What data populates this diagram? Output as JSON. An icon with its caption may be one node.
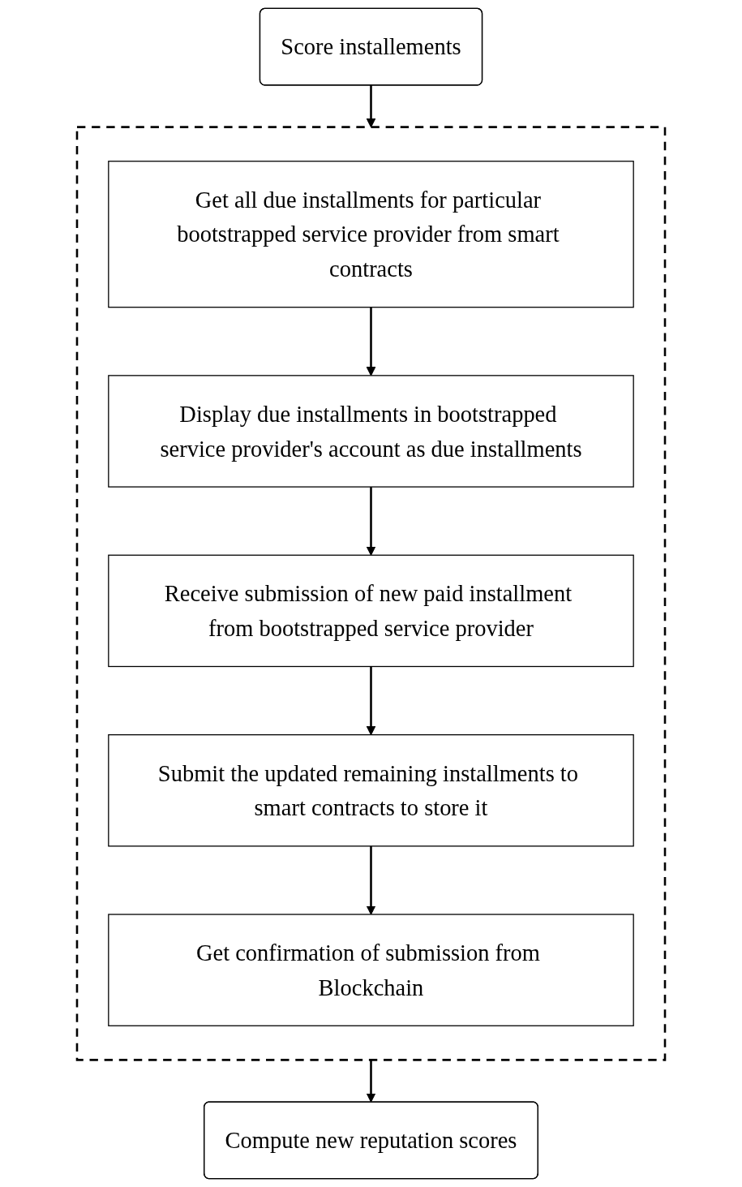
{
  "diagram": {
    "nodes": [
      {
        "text": [
          "Score installements"
        ]
      },
      {
        "text": [],
        "shape": "box"
      },
      {
        "text": [
          "Get all due installments for particular bootstrapped service provider from smart contracts"
        ],
        "in": 1
      },
      {
        "text": [
          "Display due installments in bootstrapped service provider's account as due installments"
        ],
        "in": 1
      },
      {
        "text": [
          "Receive submission of new paid installment from bootstrapped service provider"
        ],
        "in": 1
      },
      {
        "text": [
          "Submit the updated remaining installments to smart contracts to store it"
        ],
        "in": 1
      },
      {
        "text": [
          "Get confirmation of submission from Blockchain"
        ],
        "in": 1
      },
      {
        "text": [
          "Compute new reputation scores"
        ]
      }
    ],
    "edges": [
      {
        "from": 0,
        "to": 1,
        "arrow": "to"
      },
      {
        "from": 2,
        "to": 3,
        "arrow": "to"
      },
      {
        "from": 3,
        "to": 4,
        "arrow": "to"
      },
      {
        "from": 4,
        "to": 5,
        "arrow": "to"
      },
      {
        "from": 5,
        "to": 6,
        "arrow": "to"
      },
      {
        "from": 1,
        "to": 7,
        "arrow": "to"
      }
    ]
  }
}
